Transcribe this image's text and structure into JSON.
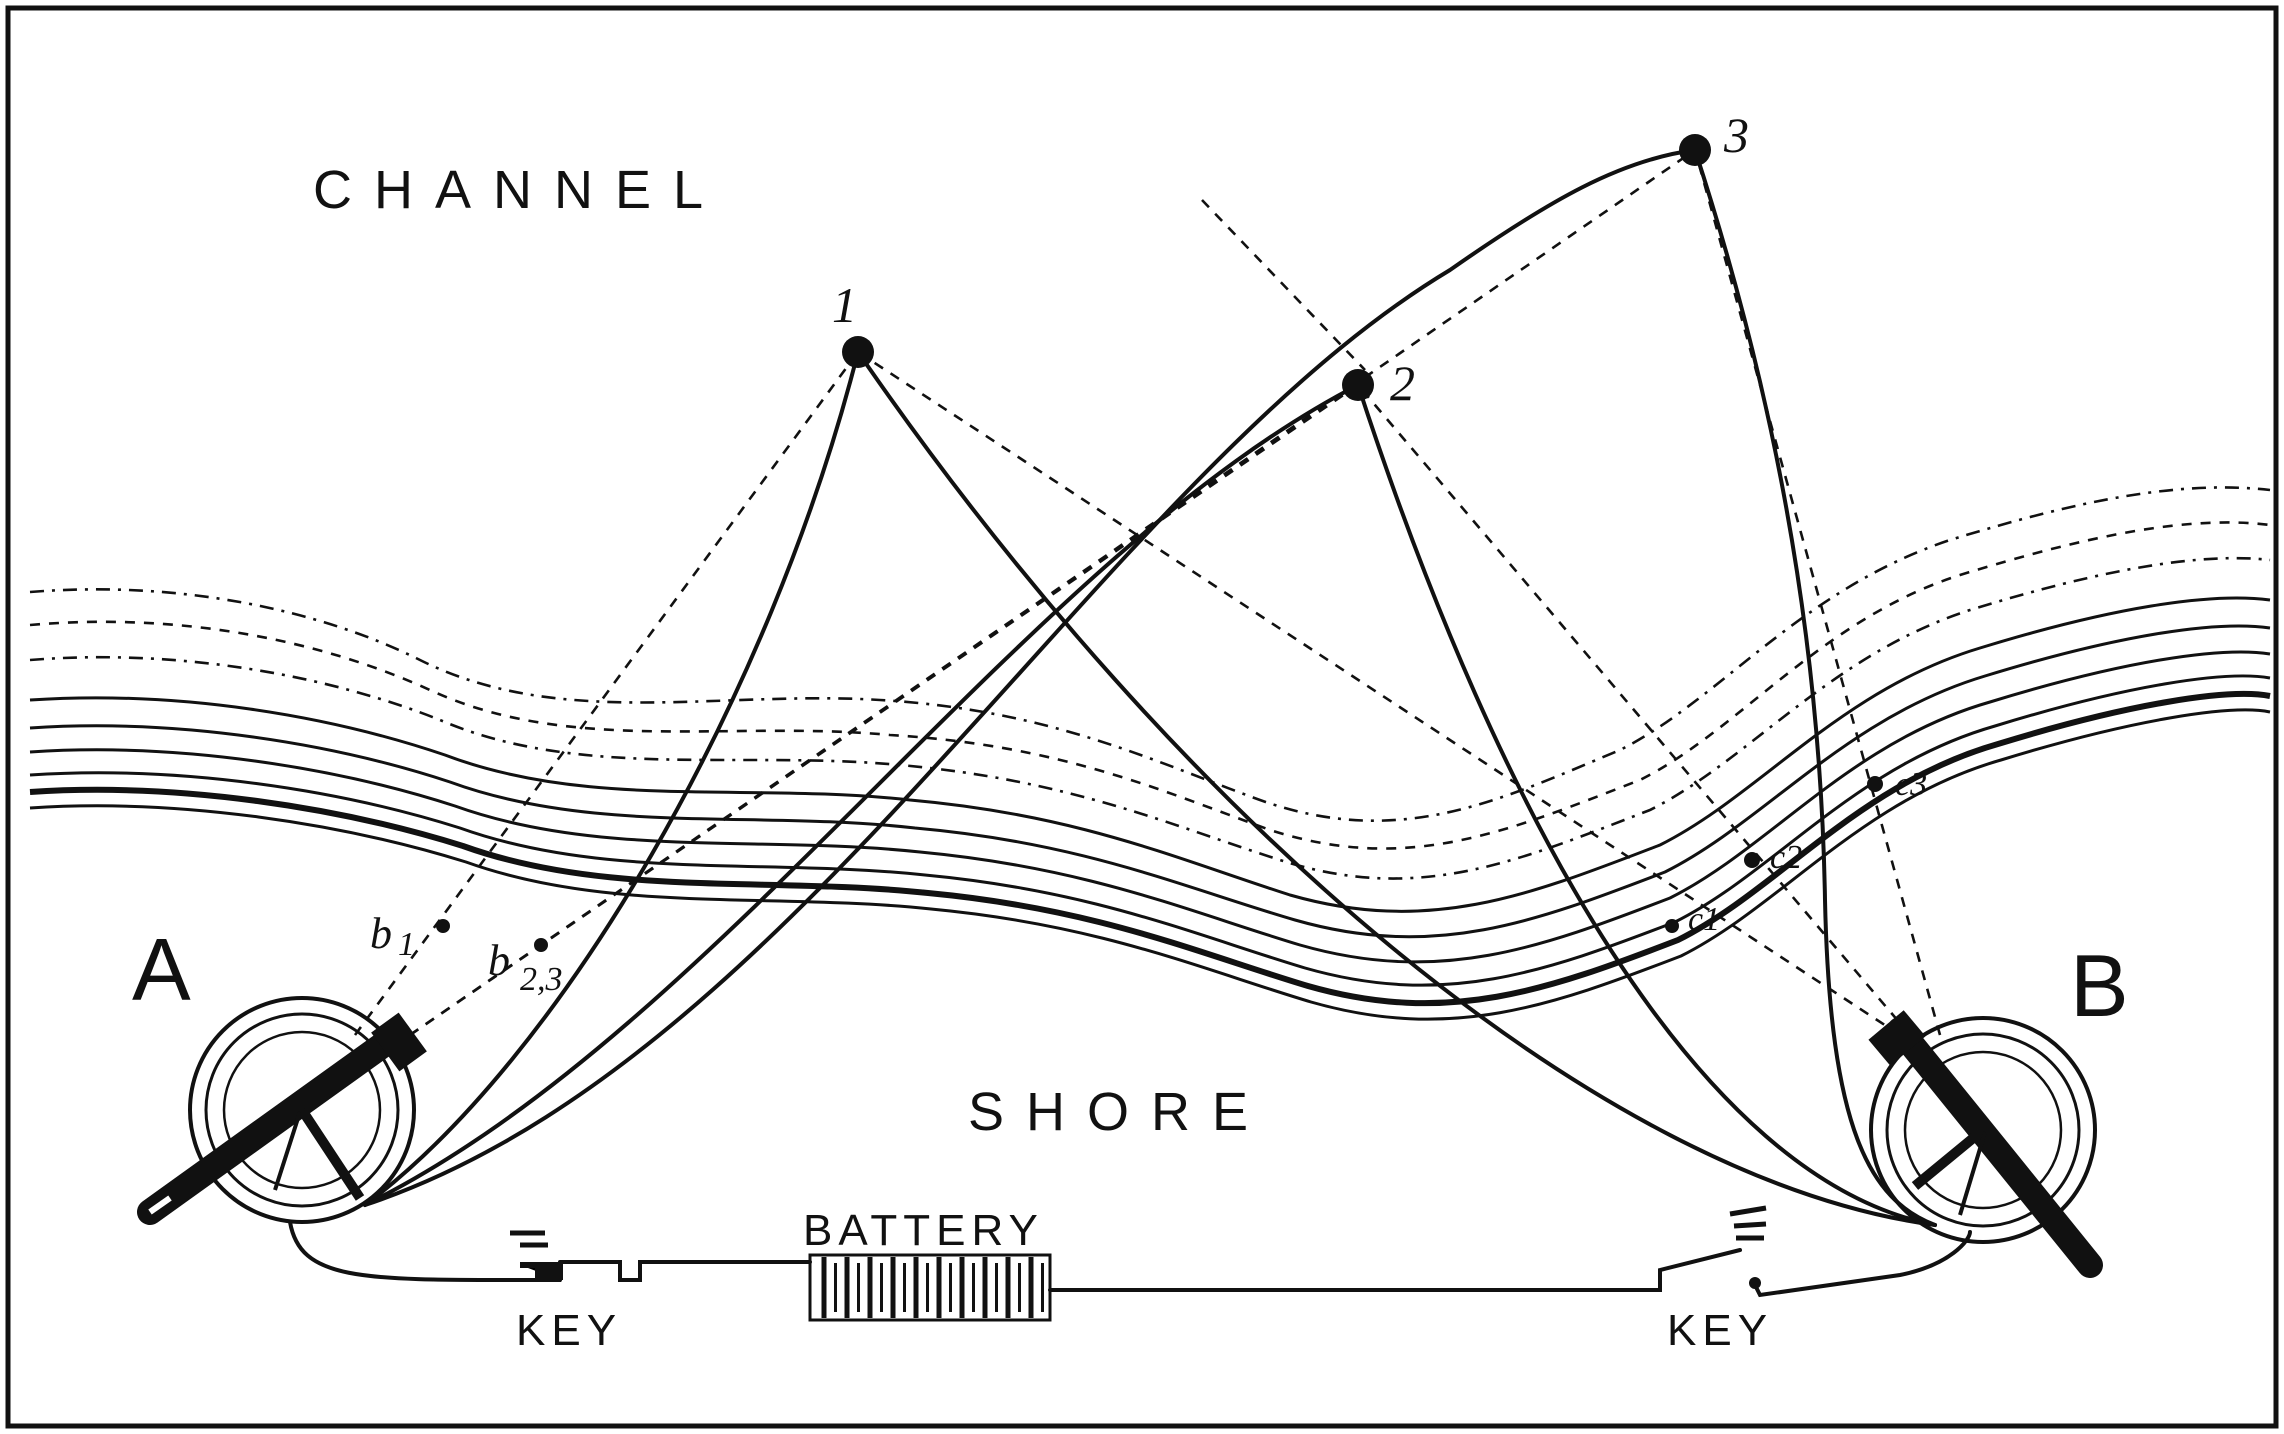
{
  "labels": {
    "channel": "CHANNEL",
    "shore": "SHORE",
    "battery": "BATTERY",
    "key_left": "KEY",
    "key_right": "KEY",
    "station_a": "A",
    "station_b": "B"
  },
  "points": {
    "p1": "1",
    "p2": "2",
    "p3": "3"
  },
  "sightings": {
    "b1": "b",
    "b1_sub": "1",
    "b23": "b",
    "b23_sub": "2,3",
    "c1": "c1",
    "c2": "c2",
    "c3": "c3"
  }
}
